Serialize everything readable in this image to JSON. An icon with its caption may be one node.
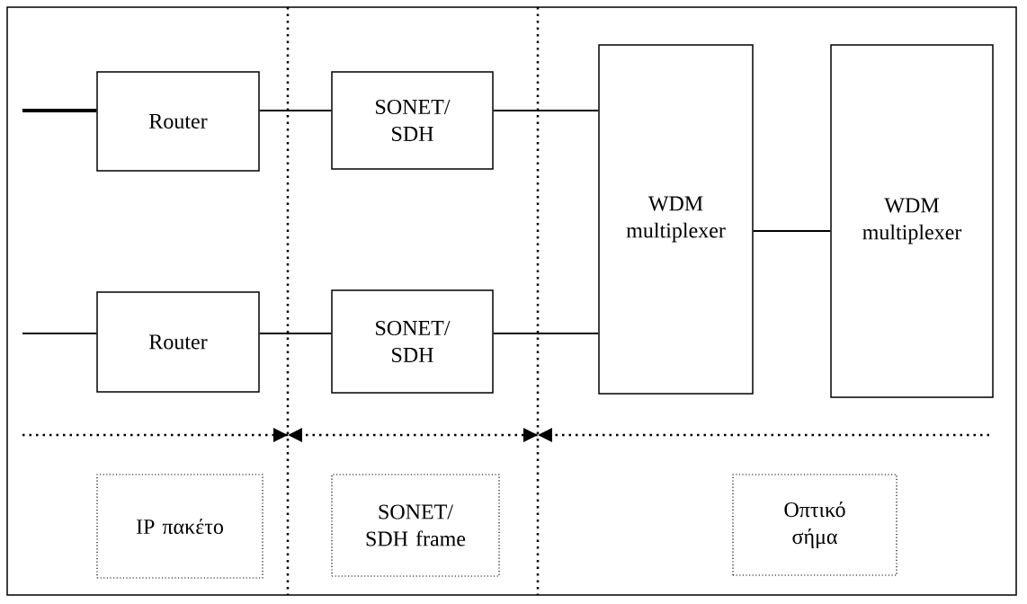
{
  "diagram": {
    "nodes": [
      {
        "text": [
          "Router"
        ]
      },
      {
        "text": [
          "SONET/ SDH"
        ]
      },
      {
        "text": [
          "WDM multiplexer"
        ]
      },
      {
        "text": [
          "WDM multiplexer"
        ]
      },
      {
        "text": [
          "Router"
        ]
      },
      {
        "text": [
          "SONET/ SDH"
        ]
      },
      {
        "text": [
          "IP πακέτο"
        ]
      },
      {
        "text": [
          "SONET/ SDH frame"
        ]
      },
      {
        "text": [
          "Οπτικό σήμα"
        ]
      }
    ],
    "edges": [
      {
        "from": null,
        "to": 0,
        "arrow": "none",
        "style": "thick"
      },
      {
        "from": 0,
        "to": 1,
        "arrow": "none"
      },
      {
        "from": 1,
        "to": 2,
        "arrow": "none"
      },
      {
        "from": 2,
        "to": 3,
        "arrow": "none"
      },
      {
        "from": null,
        "to": 4,
        "arrow": "none"
      },
      {
        "from": 4,
        "to": 5,
        "arrow": "none"
      },
      {
        "from": 5,
        "to": 2,
        "arrow": "none"
      }
    ]
  }
}
